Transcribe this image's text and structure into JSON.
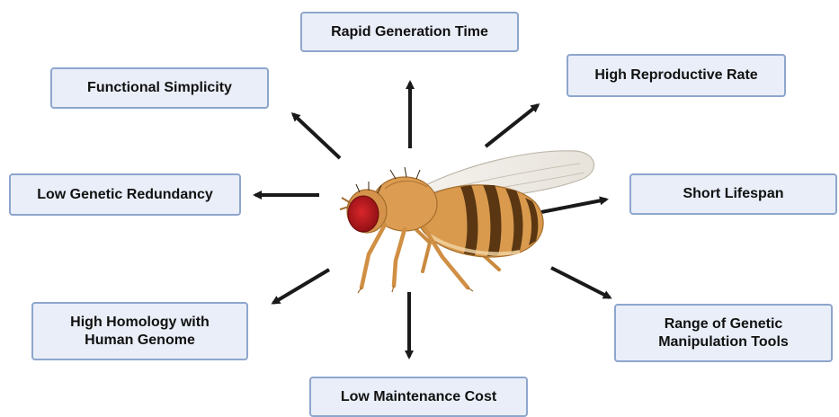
{
  "boxes": {
    "rapid_generation_time": "Rapid Generation Time",
    "functional_simplicity": "Functional Simplicity",
    "high_reproductive_rate": "High Reproductive Rate",
    "low_genetic_redundancy": "Low Genetic Redundancy",
    "short_lifespan": "Short Lifespan",
    "high_homology_line1": "High Homology with",
    "high_homology_line2": "Human Genome",
    "range_tools_line1": "Range of Genetic",
    "range_tools_line2": "Manipulation Tools",
    "low_maintenance_cost": "Low Maintenance Cost"
  },
  "colors": {
    "box_fill": "#e9eef8",
    "box_border": "#8ea6cd",
    "arrow": "#1a1a1a",
    "fly_body": "#d99a4e",
    "fly_stripes": "#5a3712",
    "fly_eye": "#b3171b",
    "wing": "#efece7"
  },
  "icons": {
    "center_image": "fruit-fly-drosophila-illustration"
  }
}
